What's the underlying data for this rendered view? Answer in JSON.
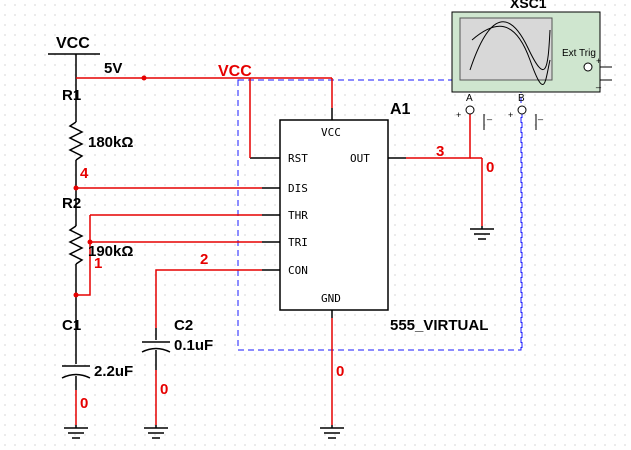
{
  "supply": {
    "label": "VCC",
    "voltage": "5V",
    "net_label": "VCC"
  },
  "resistors": [
    {
      "ref": "R1",
      "value": "180kΩ"
    },
    {
      "ref": "R2",
      "value": "190kΩ"
    }
  ],
  "capacitors": [
    {
      "ref": "C1",
      "value": "2.2uF"
    },
    {
      "ref": "C2",
      "value": "0.1uF"
    }
  ],
  "ic": {
    "ref": "A1",
    "part": "555_VIRTUAL",
    "pins": {
      "vcc": "VCC",
      "rst": "RST",
      "out": "OUT",
      "dis": "DIS",
      "thr": "THR",
      "tri": "TRI",
      "con": "CON",
      "gnd": "GND"
    }
  },
  "nets": {
    "out": "3",
    "dis": "4",
    "tri": "1",
    "con": "2",
    "gnd_scope": "0",
    "gnd_c1": "0",
    "gnd_c2": "0",
    "gnd_ic": "0"
  },
  "scope": {
    "title": "XSC1",
    "ext_trig": "Ext Trig",
    "channel_a": "A",
    "channel_b": "B",
    "plus": "+",
    "minus": "_"
  },
  "colors": {
    "wire_red": "#e60000",
    "wire_black": "#000000",
    "wire_blue_dashed": "#1a1aff",
    "scope_fill": "#cfe6cf",
    "scope_screen": "#d8d8d8"
  }
}
